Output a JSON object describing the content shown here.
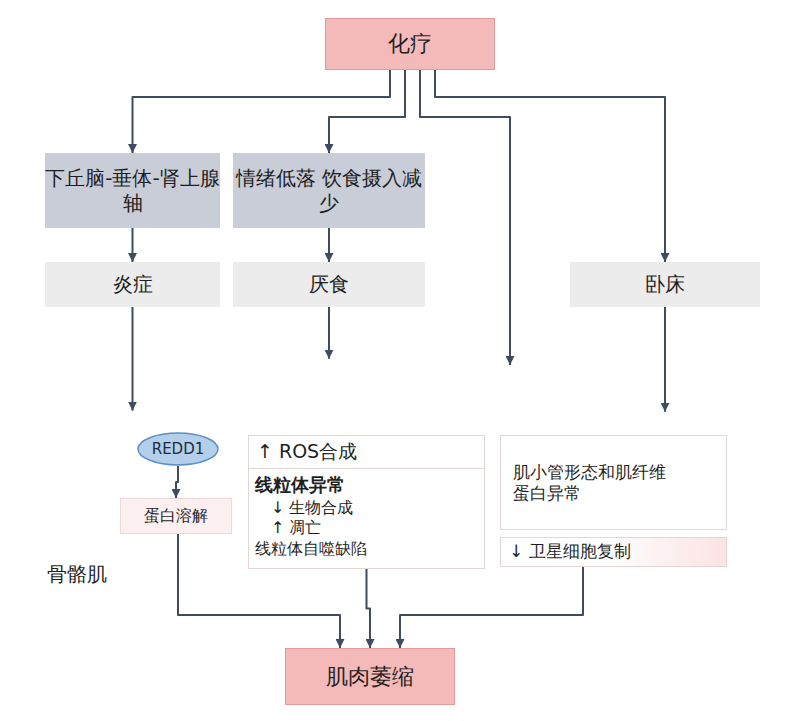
{
  "diagram": {
    "nodes": [
      {
        "text": [
          "化疗"
        ]
      },
      {
        "text": [
          "下丘脑-垂体-肾上腺轴"
        ]
      },
      {
        "text": [
          "情绪低落 饮食摄入减少"
        ]
      },
      {
        "text": [
          "炎症"
        ]
      },
      {
        "text": [
          "厌食"
        ]
      },
      {
        "text": [
          "卧床"
        ]
      },
      {
        "text": [
          "骨骼肌"
        ]
      },
      {
        "text": [
          "REDD1"
        ],
        "in": 6
      },
      {
        "text": [
          "蛋白溶解"
        ],
        "in": 6
      },
      {
        "text": [
          "↑ ROS合成",
          "线粒体异常",
          "↓ 生物合成",
          "↑ 凋亡",
          "线粒体自噬缺陷"
        ],
        "in": 6
      },
      {
        "text": [
          "肌小管形态和肌纤维蛋白异常"
        ],
        "in": 6
      },
      {
        "text": [
          "↓ 卫星细胞复制"
        ],
        "in": 6
      },
      {
        "text": [
          "肌肉萎缩"
        ]
      }
    ],
    "edges": [
      {
        "from": 0,
        "to": 1,
        "arrow": "to"
      },
      {
        "from": 0,
        "to": 2,
        "arrow": "to"
      },
      {
        "from": 0,
        "to": 6,
        "arrow": "to"
      },
      {
        "from": 0,
        "to": 5,
        "arrow": "to"
      },
      {
        "from": 1,
        "to": 3,
        "arrow": "to"
      },
      {
        "from": 2,
        "to": 4,
        "arrow": "to"
      },
      {
        "from": 3,
        "to": 6,
        "arrow": "to"
      },
      {
        "from": 4,
        "to": 6,
        "arrow": "to"
      },
      {
        "from": 5,
        "to": 6,
        "arrow": "to"
      },
      {
        "from": 7,
        "to": 8,
        "arrow": "to"
      },
      {
        "from": 8,
        "to": 12,
        "arrow": "to"
      },
      {
        "from": 9,
        "to": 12,
        "arrow": "to"
      },
      {
        "from": 11,
        "to": 12,
        "arrow": "to"
      }
    ]
  }
}
